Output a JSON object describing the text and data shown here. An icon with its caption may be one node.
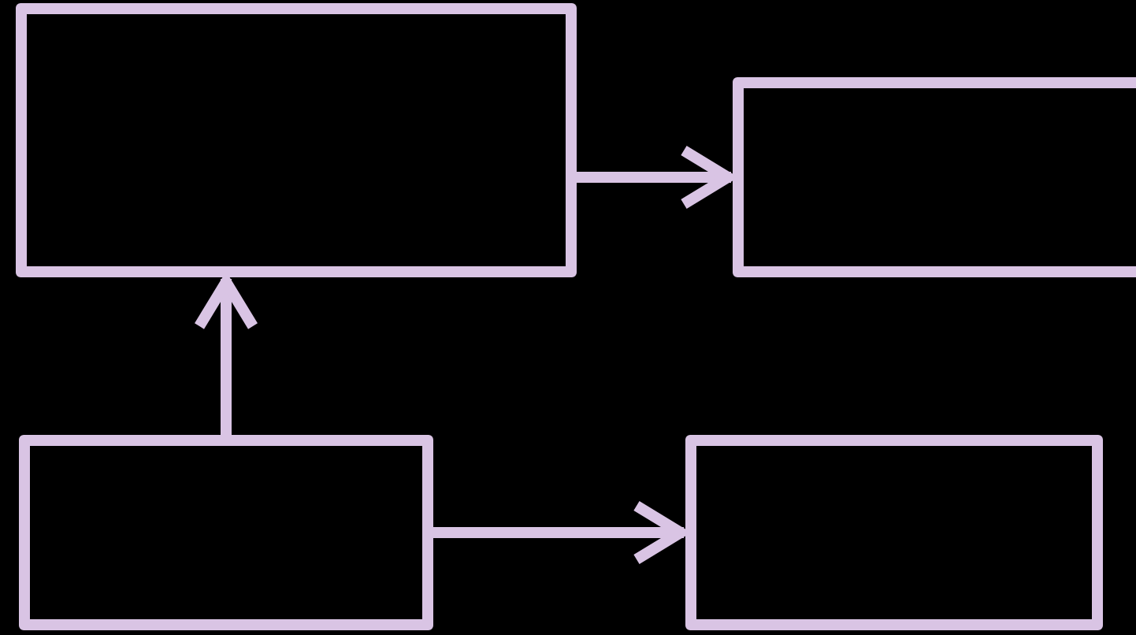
{
  "diagram": {
    "nodes": [
      {
        "text": [],
        "shape": "box"
      },
      {
        "text": [],
        "shape": "box"
      },
      {
        "text": [],
        "shape": "box"
      },
      {
        "text": [],
        "shape": "box"
      }
    ],
    "edges": [
      {
        "from": 0,
        "to": 1,
        "arrow": "to"
      },
      {
        "from": 2,
        "to": 0,
        "arrow": "to"
      },
      {
        "from": 2,
        "to": 3,
        "arrow": "to"
      }
    ]
  }
}
